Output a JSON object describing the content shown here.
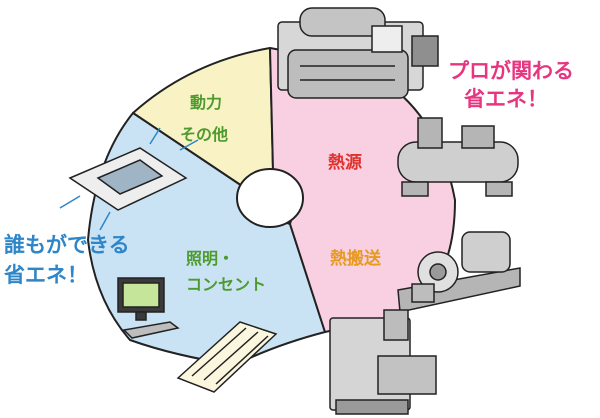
{
  "diagram": {
    "segments": [
      {
        "id": "power",
        "lines": [
          "動力",
          "その他"
        ],
        "color": "#f8f2c4",
        "text_color": "#4d9a2e"
      },
      {
        "id": "lighting",
        "lines": [
          "照明・",
          "コンセント"
        ],
        "color": "#c9e3f4",
        "text_color": "#4d9a2e"
      },
      {
        "id": "heat_source",
        "lines": [
          "熱源"
        ],
        "color": "#f9d0e2",
        "text_color": "#e0322c"
      },
      {
        "id": "heat_transport",
        "lines": [
          "熱搬送"
        ],
        "color": "#f9d0e2",
        "text_color": "#e69a1e"
      }
    ],
    "callouts": {
      "pro": {
        "lines": [
          "プロが関わる",
          "省エネ！"
        ],
        "color": "#e8357f"
      },
      "everyone": {
        "lines": [
          "誰もができる",
          "省エネ！"
        ],
        "color": "#2e86c8"
      }
    }
  }
}
